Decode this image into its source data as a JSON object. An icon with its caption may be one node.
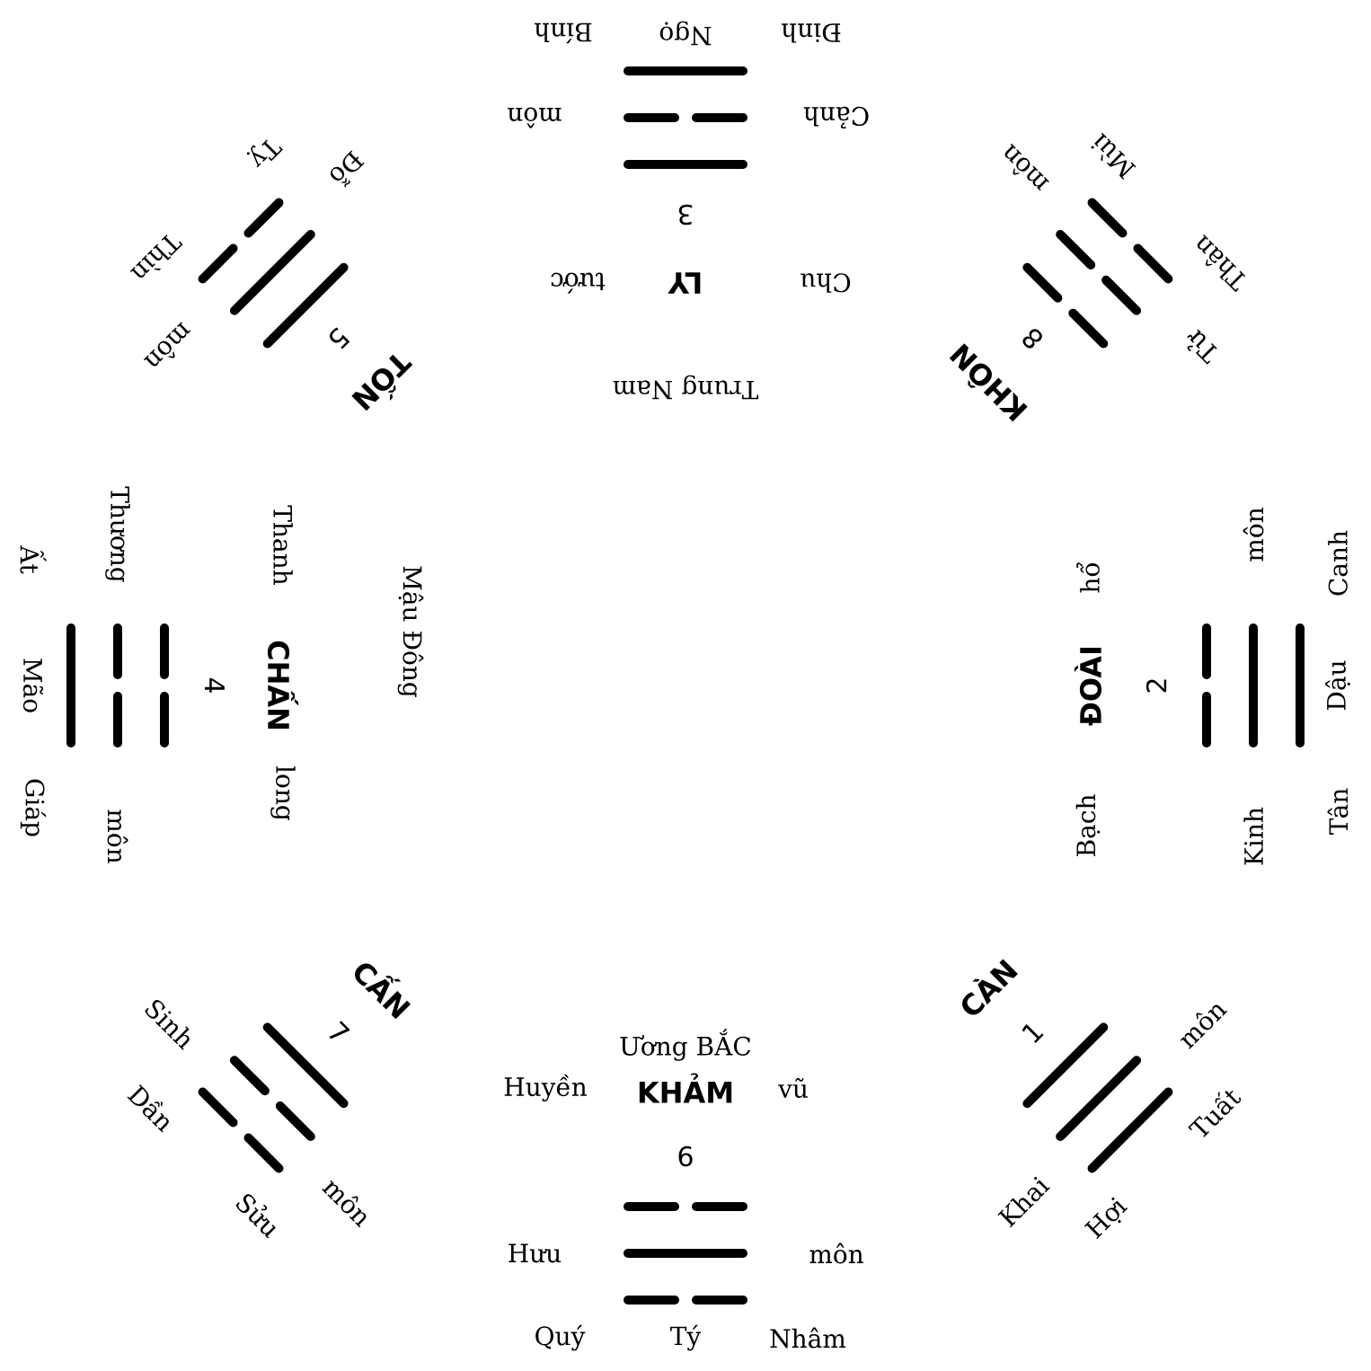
{
  "diagram": {
    "labels": [
      "Trung Nam",
      "Chu",
      "LY",
      "tước",
      "3",
      "Cảnh",
      "môn",
      "Đinh",
      "Ngọ",
      "Bính",
      "KHÔN",
      "8",
      "Tử",
      "môn",
      "Thân",
      "Mùi",
      "TỐN",
      "5",
      "Đỗ",
      "môn",
      "Tỵ",
      "Thìn",
      "Mậu Đông",
      "Thanh",
      "CHẤN",
      "long",
      "4",
      "Thương",
      "môn",
      "Ất",
      "Mão",
      "Giáp",
      "Bạch",
      "ĐOÀI",
      "hổ",
      "2",
      "Kinh",
      "môn",
      "Tân",
      "Dậu",
      "Canh",
      "CẤN",
      "7",
      "Sinh",
      "môn",
      "Dần",
      "Sửu",
      "CÀN",
      "1",
      "Khai",
      "môn",
      "Hợi",
      "Tuất",
      "Ương BẮC",
      "Huyền",
      "KHẢM",
      "vũ",
      "6",
      "Hưu",
      "môn",
      "Quý",
      "Tý",
      "Nhâm"
    ]
  }
}
